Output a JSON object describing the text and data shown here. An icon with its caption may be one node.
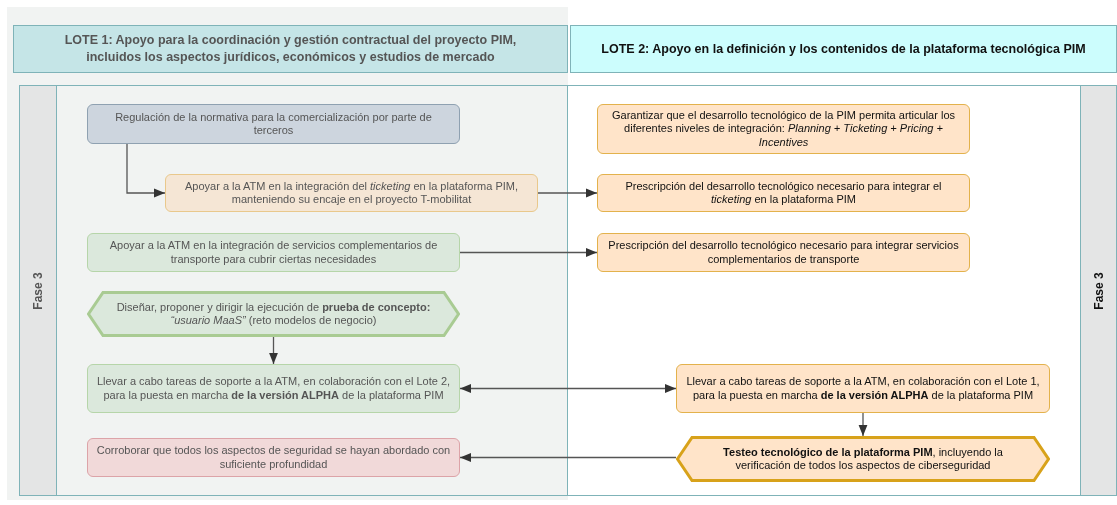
{
  "diagram": {
    "nodes": [
      {
        "text": [
          "LOTE 1: Apoyo para la coordinación y gestión contractual del proyecto PIM, incluidos los aspectos jurídicos, económicos y estudios de mercado"
        ]
      },
      {
        "text": [
          "LOTE 2: Apoyo en la definición y los contenidos de la plataforma tecnológica PIM"
        ]
      },
      {
        "text": [
          "Fase 3"
        ]
      },
      {
        "text": [
          "Fase 3"
        ]
      },
      {
        "text": [
          "Regulación de la normativa para la comercialización por parte de terceros"
        ]
      },
      {
        "text": [
          "Garantizar que el desarrollo tecnológico de la PIM permita articular los diferentes niveles de integración: *Planning + Ticketing + Pricing + Incentives*"
        ]
      },
      {
        "text": [
          "Apoyar a la ATM en la integración del *ticketing* en la plataforma PIM, manteniendo su encaje en el proyecto T-mobilitat"
        ]
      },
      {
        "text": [
          "Prescripción del desarrollo tecnológico necesario para integrar el *ticketing* en la plataforma PIM"
        ]
      },
      {
        "text": [
          "Apoyar a la ATM en la integración de servicios complementarios de transporte para cubrir ciertas necesidades"
        ]
      },
      {
        "text": [
          "Prescripción del desarrollo tecnológico necesario para integrar servicios complementarios de transporte"
        ]
      },
      {
        "text": [
          "Diseñar, proponer y dirigir la ejecución de **prueba de concepto:** *“usuario MaaS”* (reto modelos de negocio)"
        ]
      },
      {
        "text": [
          "Llevar a cabo tareas de soporte a la ATM, en colaboración con el Lote 2, para la puesta en marcha **de la versión ALPHA** de la plataforma PIM"
        ]
      },
      {
        "text": [
          "Llevar a cabo tareas de soporte a la ATM, en colaboración con el Lote 1, para la puesta en marcha **de la versión ALPHA** de la plataforma PIM"
        ]
      },
      {
        "text": [
          "Corroborar que todos los aspectos de seguridad se hayan abordado con suficiente profundidad"
        ]
      },
      {
        "text": [
          "**Testeo tecnológico de la plataforma PIM**, incluyendo la verificación de todos los aspectos de ciberseguridad"
        ]
      }
    ],
    "edges": [
      {
        "from": 4,
        "to": 6,
        "arrow": "to"
      },
      {
        "from": 6,
        "to": 7,
        "arrow": "to"
      },
      {
        "from": 8,
        "to": 9,
        "arrow": "to"
      },
      {
        "from": 10,
        "to": 11,
        "arrow": "to"
      },
      {
        "from": 11,
        "to": 12,
        "arrow": "both"
      },
      {
        "from": 12,
        "to": 14,
        "arrow": "to"
      },
      {
        "from": 14,
        "to": 13,
        "arrow": "to"
      }
    ]
  }
}
